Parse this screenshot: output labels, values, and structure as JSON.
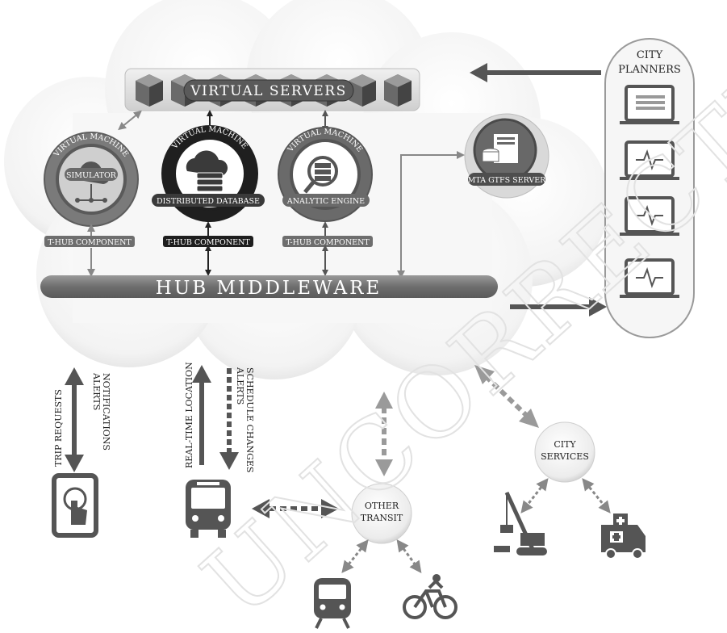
{
  "virtual_servers": {
    "label": "VIRTUAL SERVERS"
  },
  "virtual_machines": [
    {
      "header": "VIRTUAL MACHINE",
      "name": "SIMULATOR",
      "component": "T-HUB COMPONENT",
      "icon": "cloud-network-icon"
    },
    {
      "header": "VIRTUAL MACHINE",
      "name": "DISTRIBUTED DATABASE",
      "component": "T-HUB COMPONENT",
      "icon": "cloud-database-icon"
    },
    {
      "header": "VIRTUAL MACHINE",
      "name": "ANALYTIC ENGINE",
      "component": "T-HUB COMPONENT",
      "icon": "magnifier-server-icon"
    }
  ],
  "mta_server": {
    "label": "MTA GTFS SERVER",
    "icon": "server-database-icon"
  },
  "middleware": {
    "label": "HUB MIDDLEWARE"
  },
  "city_planners": {
    "label_line1": "CITY",
    "label_line2": "PLANNERS",
    "icons": [
      "dashboard-laptop-icon",
      "heartbeat-laptop-icon",
      "heartbeat-laptop-icon",
      "heartbeat-laptop-icon"
    ]
  },
  "flows": {
    "trip_requests": "TRIP REQUESTS",
    "alerts_line1": "ALERTS",
    "alerts_line2": "NOTIFICATIONS",
    "realtime_location": "REAL-TIME LOCATION",
    "schedule_line1": "SCHEDULE CHANGES",
    "schedule_line2": "ALERTS"
  },
  "other_transit": {
    "line1": "OTHER",
    "line2": "TRANSIT"
  },
  "city_services": {
    "line1": "CITY",
    "line2": "SERVICES"
  },
  "watermark": "UNCORRECTED PROOFS",
  "colors": {
    "dark": "#555555",
    "black": "#1e1e1e",
    "mid": "#8a8a8a",
    "light": "#d8d8d8",
    "cloud": "#f4f4f4"
  }
}
